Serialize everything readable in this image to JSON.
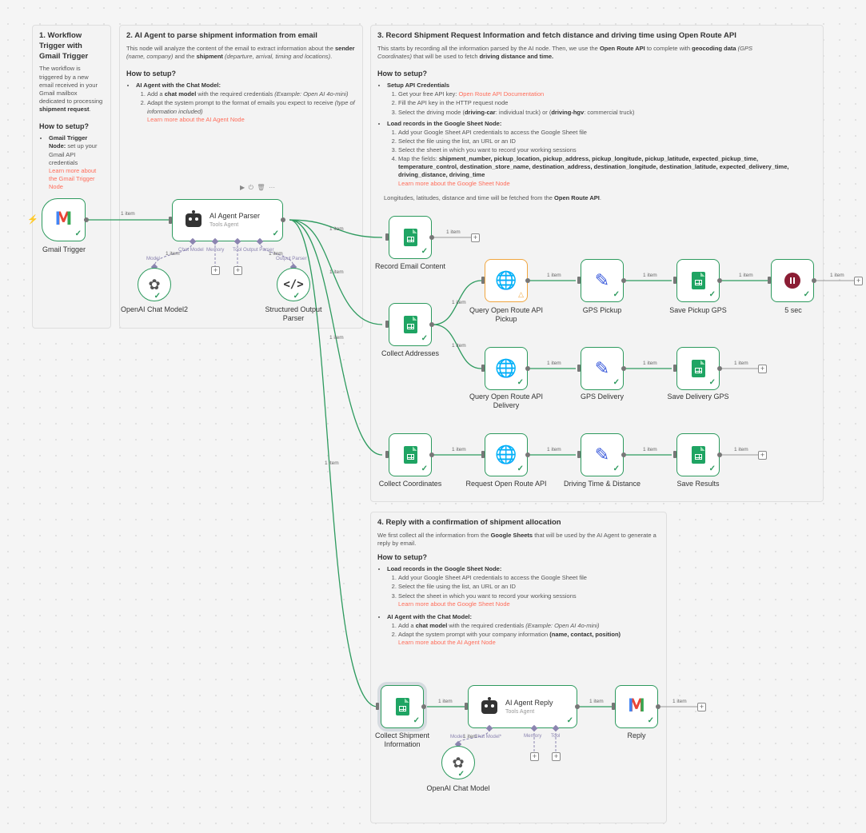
{
  "colors": {
    "accent": "#ff6d5a",
    "success": "#2d9a5e",
    "warning": "#f0a640",
    "canvas": "#f5f5f5"
  },
  "sticky1": {
    "title": "1. Workflow Trigger with Gmail Trigger",
    "body_pre": "The workflow is triggered by a new email received in your Gmail mailbox dedicated to processing ",
    "body_bold": "shipment request",
    "body_post": ".",
    "howto": "How to setup?",
    "item_bold": "Gmail Trigger Node:",
    "item_text": " set up your Gmail API credentials",
    "link": "Learn more about the Gmail Trigger Node"
  },
  "sticky2": {
    "title": "2. AI Agent to parse shipment information from email",
    "p_a": "This node will analyze the content of the email to extract information about the ",
    "p_b": "sender",
    "p_c": " (name, company)",
    "p_d": " and the ",
    "p_e": "shipment",
    "p_f": " (departure, arrival, timing and locations)",
    "p_g": ".",
    "howto": "How to setup?",
    "item": "AI Agent with the Chat Model:",
    "s1a": "Add a ",
    "s1b": "chat model",
    "s1c": " with the required credentials ",
    "s1d": "(Example: Open AI 4o-mini)",
    "s2a": "Adapt the system prompt to the format of emails you expect to receive ",
    "s2b": "(type of information included)",
    "link": "Learn more about the AI Agent Node"
  },
  "sticky3": {
    "title": "3. Record Shipment Request Information and fetch distance and driving time using Open Route API",
    "p_a": "This starts by recording all the information parsed by the AI node. Then, we use the ",
    "p_b": "Open Route API",
    "p_c": " to complete with ",
    "p_d": "geocoding data",
    "p_e": " (GPS Coordinates)",
    "p_f": " that will be used to fetch ",
    "p_g": "driving distance and time.",
    "howto": "How to setup?",
    "item1": "Setup API Credentials",
    "a1a": "Get your free API key: ",
    "a1link": "Open Route API Documentation",
    "a2": "Fill the API key in the HTTP request node",
    "a3a": "Select the driving mode (",
    "a3b": "driving-car",
    "a3c": ": individual truck) or (",
    "a3d": "driving-hgv",
    "a3e": ": commercial truck)",
    "item2": "Load records in the Google Sheet Node:",
    "b1": "Add your Google Sheet API credentials to access the Google Sheet file",
    "b2": "Select the file using the list, an URL or an ID",
    "b3": "Select the sheet in which you want to record your working sessions",
    "b4a": "Map the fields: ",
    "b4b": "shipment_number, pickup_location, pickup_address, pickup_longitude, pickup_latitude, expected_pickup_time, temperature_control, destination_store_name, destination_address, destination_longitude, destination_latitude, expected_delivery_time, driving_distance, driving_time",
    "blink": "Learn more about the Google Sheet Node",
    "foot_a": "Longitudes, latitudes, distance and time will be fetched from the ",
    "foot_b": "Open Route API",
    "foot_c": "."
  },
  "sticky4": {
    "title": "4. Reply with a confirmation of shipment allocation",
    "p_a": "We first collect all the information from the ",
    "p_b": "Google Sheets",
    "p_c": " that will be used by the AI Agent to generate a reply by email.",
    "howto": "How to setup?",
    "item1": "Load records in the Google Sheet Node:",
    "b1": "Add your Google Sheet API credentials to access the Google Sheet file",
    "b2": "Select the file using the list, an URL or an ID",
    "b3": "Select the sheet in which you want to record your working sessions",
    "blink": "Learn more about the Google Sheet Node",
    "item2": "AI Agent with the Chat Model:",
    "c1a": "Add a ",
    "c1b": "chat model",
    "c1c": " with the required credentials ",
    "c1d": "(Example: Open AI 4o-mini)",
    "c2a": "Adapt the system prompt with your company information ",
    "c2b": "(name, contact, position)",
    "clink": "Learn more about the AI Agent Node"
  },
  "nodes": {
    "gmail_trigger": "Gmail Trigger",
    "ai_parser": "AI Agent Parser",
    "ai_parser_sub": "Tools Agent",
    "openai2": "OpenAI Chat Model2",
    "structured": "Structured Output Parser",
    "record_email": "Record Email Content",
    "collect_addresses": "Collect Addresses",
    "query_pickup": "Query Open Route API Pickup",
    "gps_pickup": "GPS Pickup",
    "save_pickup": "Save Pickup GPS",
    "wait": "5 sec",
    "query_delivery": "Query Open Route API Delivery",
    "gps_delivery": "GPS Delivery",
    "save_delivery": "Save Delivery GPS",
    "collect_coords": "Collect Coordinates",
    "request_route": "Request Open Route API",
    "driving_time": "Driving Time & Distance",
    "save_results": "Save Results",
    "collect_shipment": "Collect Shipment Information",
    "ai_reply": "AI Agent Reply",
    "ai_reply_sub": "Tools Agent",
    "openai": "OpenAI Chat Model",
    "reply": "Reply"
  },
  "slots": {
    "chat_model": "Chat Model",
    "memory": "Memory",
    "tool": "Tool",
    "output_parser": "Output Parser",
    "model": "Model",
    "chat_model_req": "Chat Model*"
  },
  "wire_label": "1 item",
  "toolbar": {
    "play": "▶",
    "power": "⏻",
    "delete": "🗑",
    "more": "···"
  }
}
